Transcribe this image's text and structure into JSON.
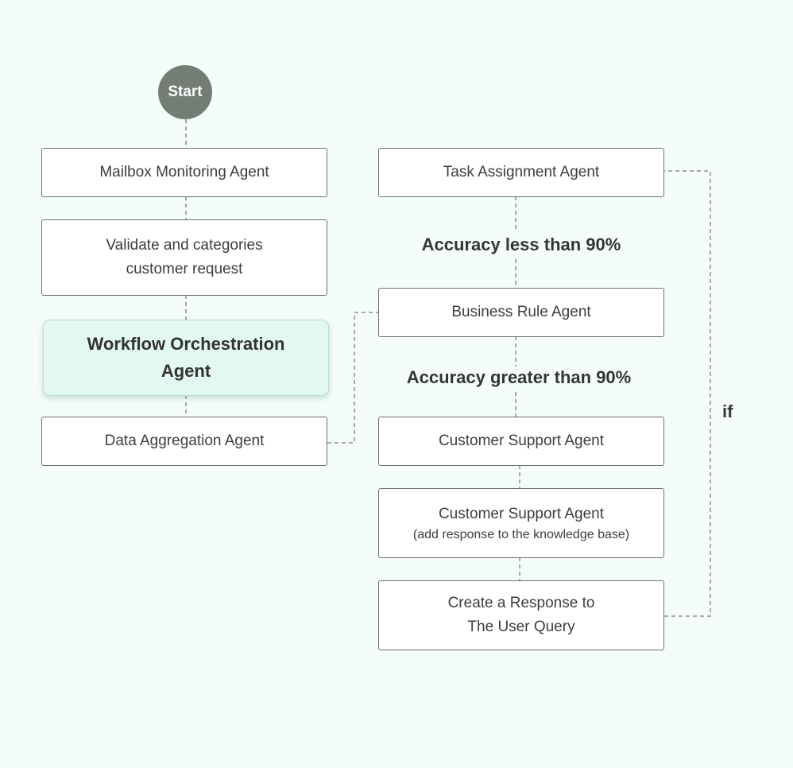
{
  "start": {
    "label": "Start"
  },
  "nodes": {
    "mailbox": {
      "lines": [
        "Mailbox Monitoring Agent"
      ]
    },
    "validate": {
      "lines": [
        "Validate and categories",
        "customer request"
      ]
    },
    "orchestration": {
      "lines": [
        "Workflow Orchestration",
        "Agent"
      ]
    },
    "aggregation": {
      "lines": [
        "Data Aggregation Agent"
      ]
    },
    "task": {
      "lines": [
        "Task Assignment Agent"
      ]
    },
    "business": {
      "lines": [
        "Business Rule Agent"
      ]
    },
    "support": {
      "lines": [
        "Customer Support Agent"
      ]
    },
    "support_kb": {
      "lines": [
        "Customer Support Agent"
      ],
      "sub": "(add response to the knowledge base)"
    },
    "response": {
      "lines": [
        "Create a Response to",
        "The User Query"
      ]
    }
  },
  "conditions": {
    "less": "Accuracy less than 90%",
    "greater": "Accuracy greater than 90%",
    "loop": "if"
  },
  "colors": {
    "background": "#f4fdfa",
    "start_fill": "#737c75",
    "highlight_fill": "#e3f8f3",
    "connector": "#7a7a7a"
  }
}
